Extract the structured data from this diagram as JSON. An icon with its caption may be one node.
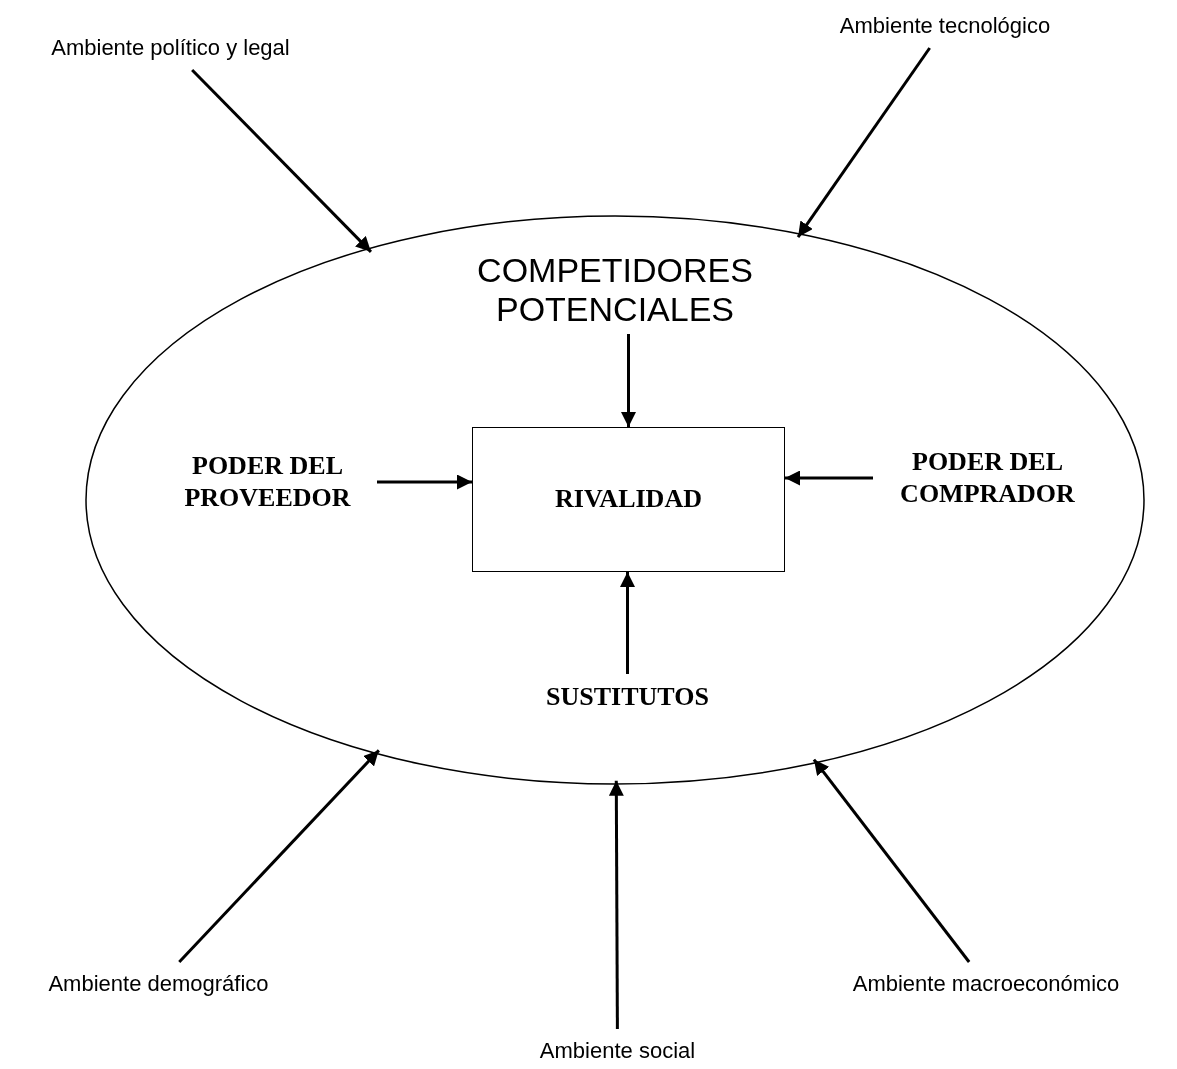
{
  "diagram": {
    "nodes": [
      {
        "text": [],
        "shape": "ellipse"
      },
      {
        "text": [
          "Ambiente político y legal"
        ]
      },
      {
        "text": [
          "Ambiente tecnológico"
        ]
      },
      {
        "text": [
          "COMPETIDORES POTENCIALES"
        ],
        "in": 0
      },
      {
        "text": [
          "PODER DEL PROVEEDOR"
        ],
        "in": 0
      },
      {
        "text": [
          "RIVALIDAD"
        ],
        "in": 0
      },
      {
        "text": [
          "PODER DEL COMPRADOR"
        ],
        "in": 0
      },
      {
        "text": [
          "SUSTITUTOS"
        ],
        "in": 0
      },
      {
        "text": [
          "Ambiente demográfico"
        ]
      },
      {
        "text": [
          "Ambiente macroeconómico"
        ]
      },
      {
        "text": [
          "Ambiente social"
        ]
      }
    ],
    "edges": [
      {
        "from": 1,
        "to": 0,
        "arrow": "to"
      },
      {
        "from": 2,
        "to": 0,
        "arrow": "to"
      },
      {
        "from": 3,
        "to": 5,
        "arrow": "to"
      },
      {
        "from": 4,
        "to": 5,
        "arrow": "to"
      },
      {
        "from": 6,
        "to": 5,
        "arrow": "to"
      },
      {
        "from": 7,
        "to": 5,
        "arrow": "to"
      },
      {
        "from": 8,
        "to": 0,
        "arrow": "to"
      },
      {
        "from": 10,
        "to": 0,
        "arrow": "to"
      },
      {
        "from": 9,
        "to": 0,
        "arrow": "to"
      }
    ]
  }
}
